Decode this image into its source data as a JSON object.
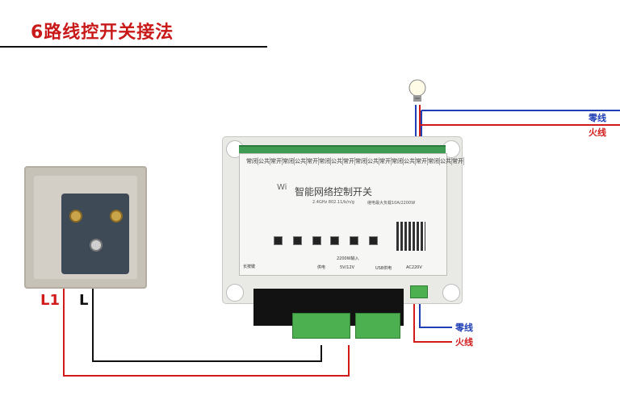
{
  "title": "6路线控开关接法",
  "labels": {
    "zero_wire_top": "零线",
    "fire_wire_top": "火线",
    "zero_wire_bottom": "零线",
    "fire_wire_bottom": "火线",
    "l1": "L1",
    "l": "L"
  },
  "board": {
    "brand": "智能网络控制开关",
    "spec": "2.4GHz  802.11/b/n/g",
    "spec2": "继电最大负载10A/2200W",
    "terminal_cells": [
      "常闭",
      "公共",
      "常开",
      "常闭",
      "公共",
      "常开",
      "常闭",
      "公共",
      "常开",
      "常闭",
      "公共",
      "常开",
      "常闭",
      "公共",
      "常开",
      "常闭",
      "公共",
      "常开"
    ],
    "power_5v": "5V/12V",
    "power_usb": "USB供电",
    "power_ac": "AC220V",
    "power_mark": "供电",
    "indicator": "2200W输入",
    "reset": "长按键"
  },
  "colors": {
    "title": "#c91919",
    "blue_wire": "#1f3fb5",
    "red_wire": "#d11a1a",
    "black_wire": "#111111"
  }
}
